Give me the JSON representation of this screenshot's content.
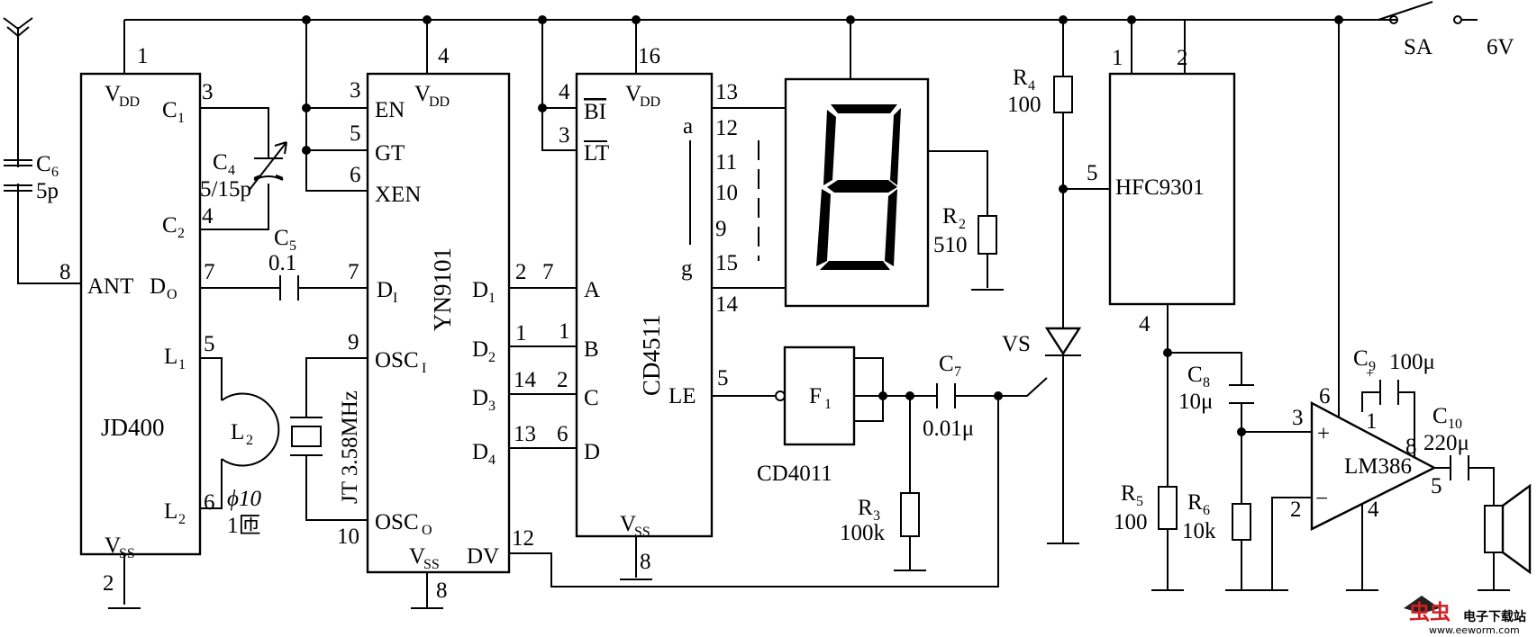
{
  "chips": {
    "jd400": {
      "name": "JD400",
      "vdd": "V",
      "vdd_sub": "DD",
      "vss": "V",
      "vss_sub": "SS",
      "c1": "C",
      "c1_sub": "1",
      "c2": "C",
      "c2_sub": "2",
      "ant": "ANT",
      "do": "D",
      "do_sub": "O",
      "l1": "L",
      "l1_sub": "1",
      "l2": "L",
      "l2_sub": "2",
      "pin1": "1",
      "pin2": "2",
      "pin3": "3",
      "pin4": "4",
      "pin5": "5",
      "pin6": "6",
      "pin7": "7",
      "pin8": "8"
    },
    "yn9101": {
      "name": "YN9101",
      "vdd": "V",
      "vdd_sub": "DD",
      "vss": "V",
      "vss_sub": "SS",
      "en": "EN",
      "gt": "GT",
      "xen": "XEN",
      "di": "D",
      "di_sub": "I",
      "osci": "OSC",
      "osci_sub": "I",
      "osco": "OSC",
      "osco_sub": "O",
      "d1": "D",
      "d1_sub": "1",
      "d2": "D",
      "d2_sub": "2",
      "d3": "D",
      "d3_sub": "3",
      "d4": "D",
      "d4_sub": "4",
      "dv": "DV",
      "pin4": "4",
      "pin3": "3",
      "pin5": "5",
      "pin6": "6",
      "pin7": "7",
      "pin9": "9",
      "pin10": "10",
      "pin8": "8",
      "pin2": "2",
      "pin1": "1",
      "pin14": "14",
      "pin13": "13",
      "pin12": "12"
    },
    "cd4511": {
      "name": "CD4511",
      "vdd": "V",
      "vdd_sub": "DD",
      "vss": "V",
      "vss_sub": "SS",
      "bi": "BI",
      "lt": "LT",
      "a_in": "A",
      "b_in": "B",
      "c_in": "C",
      "d_in": "D",
      "le": "LE",
      "seg_a": "a",
      "seg_g": "g",
      "pin16": "16",
      "pin4": "4",
      "pin3": "3",
      "pin7": "7",
      "pin1": "1",
      "pin2": "2",
      "pin6": "6",
      "pin13": "13",
      "pin12": "12",
      "pin11": "11",
      "pin10": "10",
      "pin9": "9",
      "pin15": "15",
      "pin14": "14",
      "pin5": "5",
      "pin8": "8"
    },
    "hfc9301": {
      "name": "HFC9301",
      "pin1": "1",
      "pin2": "2",
      "pin5": "5",
      "pin4": "4"
    },
    "lm386": {
      "name": "LM386",
      "plus": "+",
      "minus": "−",
      "pin3": "3",
      "pin2": "2",
      "pin6": "6",
      "pin4": "4",
      "pin1": "1",
      "pin8": "8",
      "pin5": "5",
      "c9_plus": "+"
    },
    "cd4011": {
      "name": "CD4011",
      "gate": "F",
      "gate_sub": "1"
    }
  },
  "components": {
    "c6": {
      "ref": "C",
      "sub": "6",
      "value": "5p"
    },
    "c4": {
      "ref": "C",
      "sub": "4",
      "value": "5/15p"
    },
    "c5": {
      "ref": "C",
      "sub": "5",
      "value": "0.1"
    },
    "l2": {
      "ref": "L",
      "sub": "2",
      "value": "ϕ10",
      "turns": "1匝"
    },
    "jt": {
      "label": "JT 3.58MHz"
    },
    "r4": {
      "ref": "R",
      "sub": "4",
      "value": "100"
    },
    "r2": {
      "ref": "R",
      "sub": "2",
      "value": "510"
    },
    "c7": {
      "ref": "C",
      "sub": "7",
      "value": "0.01μ"
    },
    "r3": {
      "ref": "R",
      "sub": "3",
      "value": "100k"
    },
    "vs": {
      "ref": "VS"
    },
    "c8": {
      "ref": "C",
      "sub": "8",
      "value": "10μ"
    },
    "r5": {
      "ref": "R",
      "sub": "5",
      "value": "100"
    },
    "r6": {
      "ref": "R",
      "sub": "6",
      "value": "10k"
    },
    "c9": {
      "ref": "C",
      "sub": "9",
      "value": "100μ"
    },
    "c10": {
      "ref": "C",
      "sub": "10",
      "value": "220μ"
    },
    "sa": {
      "ref": "SA"
    },
    "supply": {
      "value": "6V"
    }
  },
  "watermark": {
    "logo_text": "虫虫",
    "site_name": "电子下载站",
    "url": "www.eeworm.com",
    "logo_color": "#d32020"
  }
}
